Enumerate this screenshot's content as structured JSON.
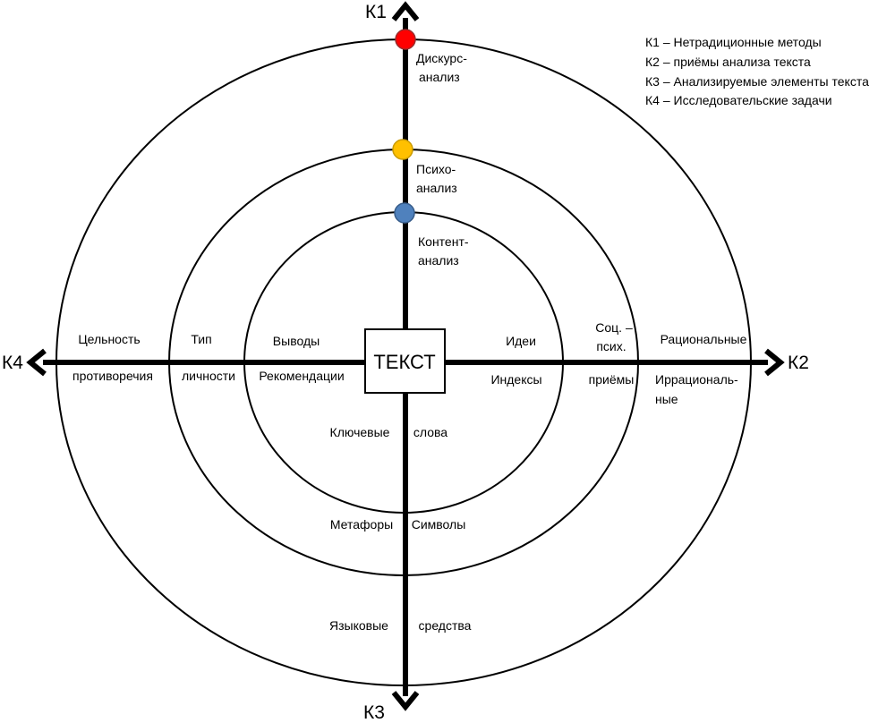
{
  "axes": {
    "top": "К1",
    "right": "К2",
    "bottom": "К3",
    "left": "К4"
  },
  "center": "ТЕКСТ",
  "legend": [
    "К1 – Нетрадиционные методы",
    "К2 – приёмы анализа текста",
    "К3 – Анализируемые элементы текста",
    "К4 – Исследовательские задачи"
  ],
  "k1_markers": [
    {
      "line1": "Дискурс-",
      "line2": "анализ",
      "color": "#ff0000"
    },
    {
      "line1": "Психо-",
      "line2": "анализ",
      "color": "#ffc000"
    },
    {
      "line1": "Контент-",
      "line2": "анализ",
      "color": "#4f81bd"
    }
  ],
  "labels": {
    "outer_left_top": "Цельность",
    "outer_left_bottom": "противоречия",
    "middle_left_top": "Тип",
    "middle_left_bottom": "личности",
    "inner_left_top": "Выводы",
    "inner_left_bottom": "Рекомендации",
    "inner_right_top": "Идеи",
    "inner_right_bottom": "Индексы",
    "middle_right_top_1": "Соц. –",
    "middle_right_top_2": "псих.",
    "middle_right_bottom": "приёмы",
    "outer_right_top": "Рациональные",
    "outer_right_bottom_1": "Иррациональ-",
    "outer_right_bottom_2": "ные",
    "bottom_inner_left": "Ключевые",
    "bottom_inner_right": "слова",
    "bottom_middle_left": "Метафоры",
    "bottom_middle_right": "Символы",
    "bottom_outer_left": "Языковые",
    "bottom_outer_right": "средства"
  }
}
